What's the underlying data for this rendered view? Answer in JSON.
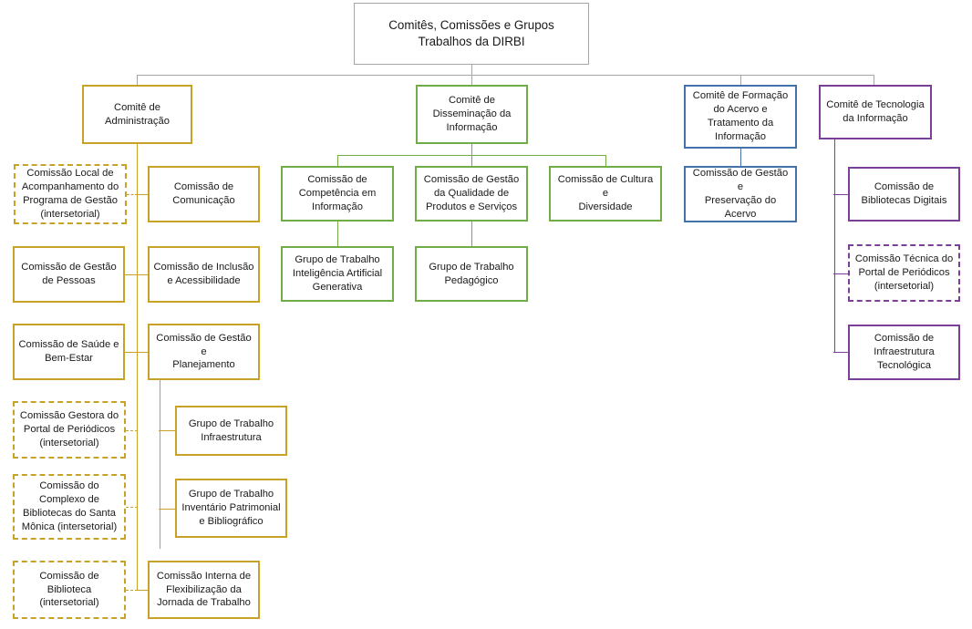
{
  "diagram": {
    "title": "Comitês, Comissões  e Grupos\nTrabalhos da DIRBI",
    "colors": {
      "root_border": "#a6a6a6",
      "administracao": "#c8a127",
      "disseminacao": "#70ad47",
      "formacao_acervo": "#4472a8",
      "tecnologia": "#7c3f98"
    }
  },
  "branches": {
    "administracao": {
      "committee": "Comitê de\nAdministração",
      "left_column": [
        "Comissão Local de\nAcompanhamento do\nPrograma de Gestão\n(intersetorial)",
        "Comissão de Gestão\nde Pessoas",
        "Comissão de Saúde e\nBem-Estar",
        "Comissão Gestora do\nPortal de Periódicos\n(intersetorial)",
        "Comissão do\nComplexo de\nBibliotecas do Santa\nMônica (intersetorial)",
        "Comissão de\nBiblioteca\n(intersetorial)"
      ],
      "right_column": [
        "Comissão de\nComunicação",
        "Comissão de Inclusão\ne Acessibilidade",
        "Comissão de Gestão e\nPlanejamento",
        "Comissão Interna de\nFlexibilização da\nJornada de Trabalho"
      ],
      "working_groups": [
        "Grupo de Trabalho\nInfraestrutura",
        "Grupo de Trabalho\nInventário Patrimonial\ne Bibliográfico"
      ]
    },
    "disseminacao": {
      "committee": "Comitê de\nDisseminação  da\nInformação",
      "commissions": [
        "Comissão de\nCompetência em\nInformação",
        "Comissão de Gestão\nda Qualidade de\nProdutos e Serviços",
        "Comissão de Cultura e\nDiversidade"
      ],
      "working_groups": [
        "Grupo de Trabalho\nInteligência Artificial\nGenerativa",
        "Grupo de Trabalho\nPedagógico"
      ]
    },
    "formacao_acervo": {
      "committee": "Comitê de Formação\ndo Acervo e\nTratamento da\nInformação",
      "commissions": [
        "Comissão de Gestão e\nPreservação do\nAcervo"
      ]
    },
    "tecnologia": {
      "committee": "Comitê de Tecnologia\nda Informação",
      "commissions": [
        "Comissão de\nBibliotecas Digitais",
        "Comissão Técnica do\nPortal de Periódicos\n(intersetorial)",
        "Comissão de\nInfraestrutura\nTecnológica"
      ]
    }
  }
}
